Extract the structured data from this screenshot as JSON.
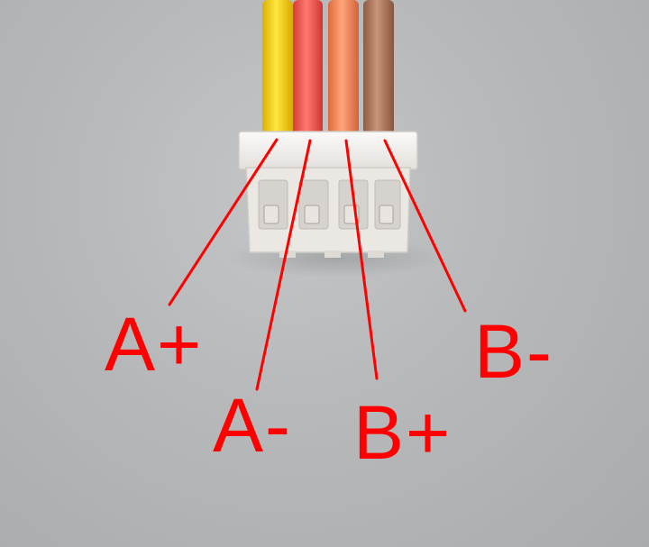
{
  "photo": {
    "background_color": "#b6b8ba",
    "connector_color": "#f2f0ee",
    "wire_colors": [
      "#f5d418",
      "#f05a50",
      "#f08a5a",
      "#b07a5e"
    ]
  },
  "annotation": {
    "color": "#ff0000",
    "labels": {
      "a_plus": "A+",
      "a_minus": "A-",
      "b_plus": "B+",
      "b_minus": "B-"
    }
  }
}
